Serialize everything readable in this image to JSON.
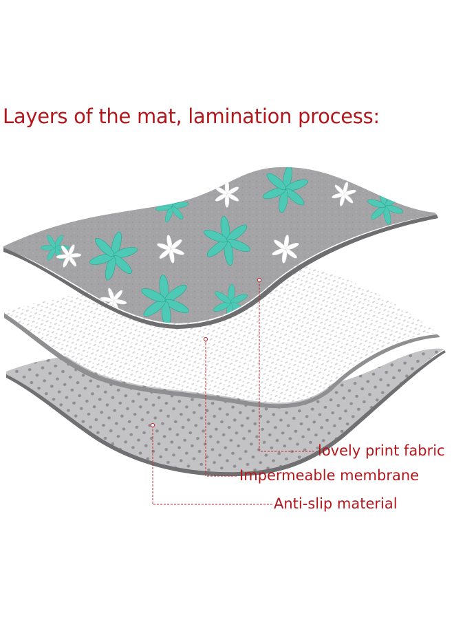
{
  "title": "Layers of the mat, lamination process:",
  "colors": {
    "title": "#b3161b",
    "leader": "#c5282d",
    "fabric": "#a3a3a5",
    "flower_teal": "#4ec9b5",
    "flower_white": "#ffffff",
    "membrane": "#ffffff",
    "base": "#c2c2c4",
    "dots": "#8e8e90"
  },
  "layers": [
    {
      "id": "fabric",
      "label": "lovely print fabric"
    },
    {
      "id": "membrane",
      "label": "Impermeable membrane"
    },
    {
      "id": "base",
      "label": "Anti-slip material"
    }
  ]
}
